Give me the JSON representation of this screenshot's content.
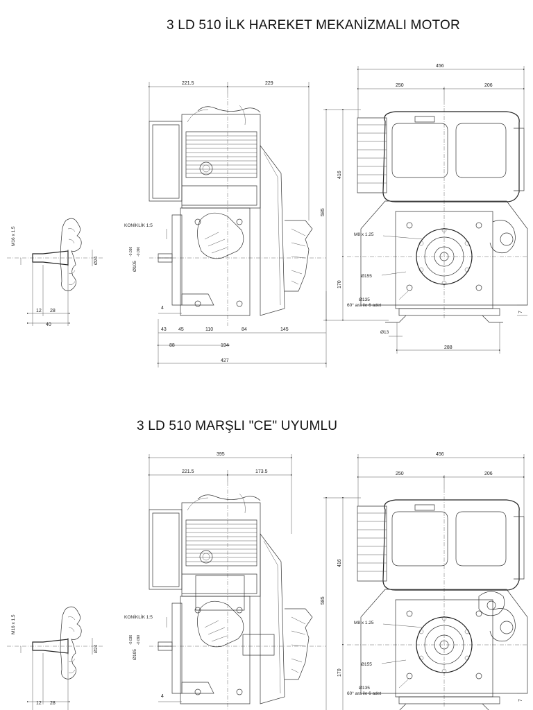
{
  "sheet_1": {
    "title": "3 LD 510 İLK HAREKET MEKANİZMALI MOTOR",
    "dims": {
      "side_top_left": "221.5",
      "side_top_right": "229",
      "front_top_total": "456",
      "front_top_left": "250",
      "front_top_right": "206",
      "height_total": "585",
      "height_upper": "416",
      "height_lower": "170",
      "bottom_row_1": [
        "43",
        "45",
        "110",
        "84",
        "145"
      ],
      "bottom_row_2_a": "88",
      "bottom_row_2_b": "194",
      "bottom_total": "427",
      "front_bottom": "288",
      "small_4": "4",
      "small_7": "7",
      "shaft_12": "12",
      "shaft_28": "28",
      "shaft_40": "40"
    },
    "labels": {
      "thread": "M16 x 1.5",
      "diam24": "Ø24",
      "taper": "KONİKLİK 1:5",
      "diam105": "Ø105",
      "tol_hi": "-0.036",
      "tol_lo": "-0.090",
      "bolt": "M8 x 1.25",
      "diam155": "Ø155",
      "diam135": "Ø135",
      "holes": "60° ara ile 6 adet",
      "diam13": "Ø13"
    }
  },
  "sheet_2": {
    "title": "3 LD 510 MARŞLI \"CE\" UYUMLU",
    "dims": {
      "side_total": "395",
      "side_top_left": "221.5",
      "side_top_right": "173.5",
      "front_top_total": "456",
      "front_top_left": "250",
      "front_top_right": "206",
      "height_total": "585",
      "height_upper": "416",
      "height_lower": "170",
      "small_4": "4",
      "small_7": "7",
      "shaft_12": "12",
      "shaft_28": "28"
    },
    "labels": {
      "thread": "M16 x 1.5",
      "diam24": "Ø24",
      "taper": "KONİKLİK 1:5",
      "diam105": "Ø105",
      "tol_hi": "-0.036",
      "tol_lo": "-0.090",
      "bolt": "M8 x 1.25",
      "diam155": "Ø155",
      "diam135": "Ø135",
      "holes": "60° ara ile 6 adet"
    }
  }
}
